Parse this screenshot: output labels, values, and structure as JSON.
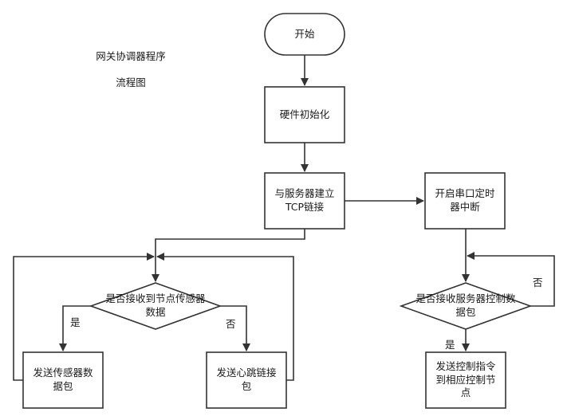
{
  "title": {
    "line1": "网关协调器程序",
    "line2": "流程图"
  },
  "nodes": {
    "start": "开始",
    "hw_init": "硬件初始化",
    "connect_server": "与服务器建立\nTCP链接",
    "serial_timer": "开启串口定时\n器中断",
    "check_sensor": "是否接收到节点传感器\n数据",
    "send_sensor": "发送传感器数\n据包",
    "send_heartbeat": "发送心跳链接\n包",
    "check_control": "是否接收服务器控制数\n据包",
    "send_control": "发送控制指令\n到相应控制节\n点"
  },
  "edge_labels": {
    "sensor_yes": "是",
    "sensor_no": "否",
    "control_yes": "是",
    "control_no": "否"
  },
  "colors": {
    "stroke": "#333333",
    "fill": "#ffffff"
  }
}
